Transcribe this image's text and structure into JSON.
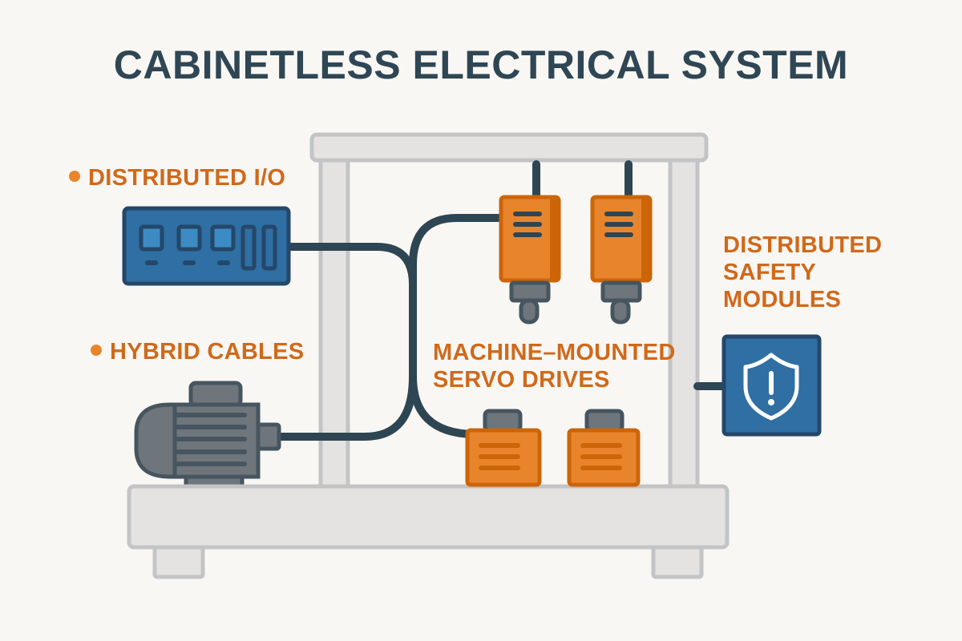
{
  "title": "CABINETLESS ELECTRICAL SYSTEM",
  "labels": {
    "distributed_io": "DISTRIBUTED I/O",
    "hybrid_cables": "HYBRID CABLES",
    "servo_line1": "MACHINE–MOUNTED",
    "servo_line2": "SERVO DRIVES",
    "safety_line1": "DISTRIBUTED",
    "safety_line2": "SAFETY",
    "safety_line3": "MODULES"
  },
  "components": {
    "io_module": {
      "name": "Distributed I/O module",
      "channels": 3,
      "slots": 2
    },
    "motor": {
      "name": "Electric motor"
    },
    "overhead_drives": {
      "count": 2
    },
    "base_drives": {
      "count": 2
    },
    "safety_module": {
      "name": "Safety module",
      "icon": "shield-exclamation-icon"
    }
  },
  "colors": {
    "background": "#f8f7f4",
    "title": "#2f4654",
    "label": "#d0691a",
    "bullet": "#e8852c",
    "orange": "#e8852c",
    "orange_dark": "#cc6508",
    "blue": "#2f6fa3",
    "blue_dark": "#24476a",
    "cable": "#2e4553",
    "gray": "#6e767b",
    "gray_dark": "#46555f",
    "frame": "#e4e3e1",
    "frame_stroke": "#c3c4c6"
  }
}
